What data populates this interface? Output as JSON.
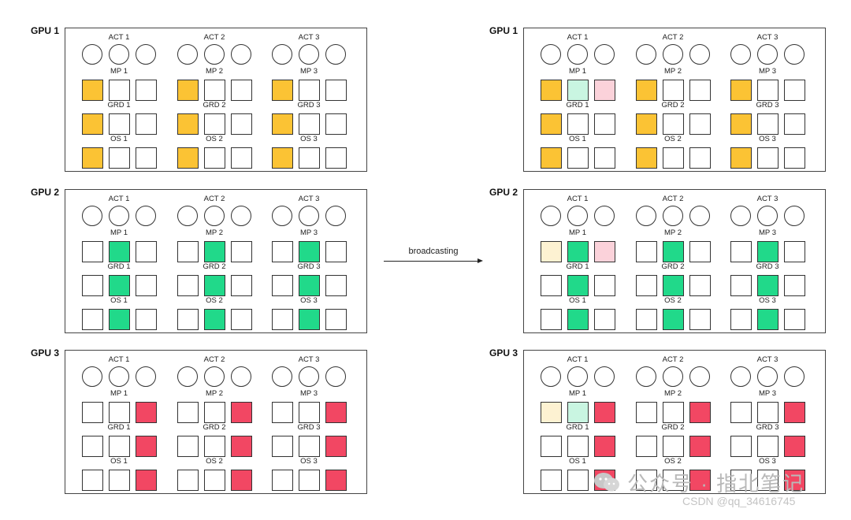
{
  "diagram": {
    "arrow_label": "broadcasting",
    "group_labels": {
      "act": [
        "ACT 1",
        "ACT 2",
        "ACT 3"
      ],
      "mp": [
        "MP 1",
        "MP 2",
        "MP 3"
      ],
      "grd": [
        "GRD 1",
        "GRD 2",
        "GRD 3"
      ],
      "os": [
        "OS 1",
        "OS 2",
        "OS 3"
      ]
    },
    "colors": {
      "empty": "#ffffff",
      "orange": "#fbc334",
      "green": "#21d98a",
      "red": "#f24763",
      "light_orange": "#fdf2d2",
      "light_green": "#c9f5e1",
      "light_red": "#fbd2da"
    },
    "panels": [
      {
        "side": "before",
        "gpus": [
          {
            "label": "GPU 1",
            "groups": [
              {
                "mp": [
                  "orange",
                  "empty",
                  "empty"
                ],
                "grd": [
                  "orange",
                  "empty",
                  "empty"
                ],
                "os": [
                  "orange",
                  "empty",
                  "empty"
                ]
              },
              {
                "mp": [
                  "orange",
                  "empty",
                  "empty"
                ],
                "grd": [
                  "orange",
                  "empty",
                  "empty"
                ],
                "os": [
                  "orange",
                  "empty",
                  "empty"
                ]
              },
              {
                "mp": [
                  "orange",
                  "empty",
                  "empty"
                ],
                "grd": [
                  "orange",
                  "empty",
                  "empty"
                ],
                "os": [
                  "orange",
                  "empty",
                  "empty"
                ]
              }
            ]
          },
          {
            "label": "GPU 2",
            "groups": [
              {
                "mp": [
                  "empty",
                  "green",
                  "empty"
                ],
                "grd": [
                  "empty",
                  "green",
                  "empty"
                ],
                "os": [
                  "empty",
                  "green",
                  "empty"
                ]
              },
              {
                "mp": [
                  "empty",
                  "green",
                  "empty"
                ],
                "grd": [
                  "empty",
                  "green",
                  "empty"
                ],
                "os": [
                  "empty",
                  "green",
                  "empty"
                ]
              },
              {
                "mp": [
                  "empty",
                  "green",
                  "empty"
                ],
                "grd": [
                  "empty",
                  "green",
                  "empty"
                ],
                "os": [
                  "empty",
                  "green",
                  "empty"
                ]
              }
            ]
          },
          {
            "label": "GPU 3",
            "groups": [
              {
                "mp": [
                  "empty",
                  "empty",
                  "red"
                ],
                "grd": [
                  "empty",
                  "empty",
                  "red"
                ],
                "os": [
                  "empty",
                  "empty",
                  "red"
                ]
              },
              {
                "mp": [
                  "empty",
                  "empty",
                  "red"
                ],
                "grd": [
                  "empty",
                  "empty",
                  "red"
                ],
                "os": [
                  "empty",
                  "empty",
                  "red"
                ]
              },
              {
                "mp": [
                  "empty",
                  "empty",
                  "red"
                ],
                "grd": [
                  "empty",
                  "empty",
                  "red"
                ],
                "os": [
                  "empty",
                  "empty",
                  "red"
                ]
              }
            ]
          }
        ]
      },
      {
        "side": "after",
        "gpus": [
          {
            "label": "GPU 1",
            "groups": [
              {
                "mp": [
                  "orange",
                  "light_green",
                  "light_red"
                ],
                "grd": [
                  "orange",
                  "empty",
                  "empty"
                ],
                "os": [
                  "orange",
                  "empty",
                  "empty"
                ]
              },
              {
                "mp": [
                  "orange",
                  "empty",
                  "empty"
                ],
                "grd": [
                  "orange",
                  "empty",
                  "empty"
                ],
                "os": [
                  "orange",
                  "empty",
                  "empty"
                ]
              },
              {
                "mp": [
                  "orange",
                  "empty",
                  "empty"
                ],
                "grd": [
                  "orange",
                  "empty",
                  "empty"
                ],
                "os": [
                  "orange",
                  "empty",
                  "empty"
                ]
              }
            ]
          },
          {
            "label": "GPU 2",
            "groups": [
              {
                "mp": [
                  "light_orange",
                  "green",
                  "light_red"
                ],
                "grd": [
                  "empty",
                  "green",
                  "empty"
                ],
                "os": [
                  "empty",
                  "green",
                  "empty"
                ]
              },
              {
                "mp": [
                  "empty",
                  "green",
                  "empty"
                ],
                "grd": [
                  "empty",
                  "green",
                  "empty"
                ],
                "os": [
                  "empty",
                  "green",
                  "empty"
                ]
              },
              {
                "mp": [
                  "empty",
                  "green",
                  "empty"
                ],
                "grd": [
                  "empty",
                  "green",
                  "empty"
                ],
                "os": [
                  "empty",
                  "green",
                  "empty"
                ]
              }
            ]
          },
          {
            "label": "GPU 3",
            "groups": [
              {
                "mp": [
                  "light_orange",
                  "light_green",
                  "red"
                ],
                "grd": [
                  "empty",
                  "empty",
                  "red"
                ],
                "os": [
                  "empty",
                  "empty",
                  "red"
                ]
              },
              {
                "mp": [
                  "empty",
                  "empty",
                  "red"
                ],
                "grd": [
                  "empty",
                  "empty",
                  "red"
                ],
                "os": [
                  "empty",
                  "empty",
                  "red"
                ]
              },
              {
                "mp": [
                  "empty",
                  "empty",
                  "red"
                ],
                "grd": [
                  "empty",
                  "empty",
                  "red"
                ],
                "os": [
                  "empty",
                  "empty",
                  "red"
                ]
              }
            ]
          }
        ]
      }
    ]
  },
  "watermark": {
    "title": "公众号 · 指北笔记",
    "subtitle": "CSDN @qq_34616745",
    "icon": "wechat-icon"
  }
}
